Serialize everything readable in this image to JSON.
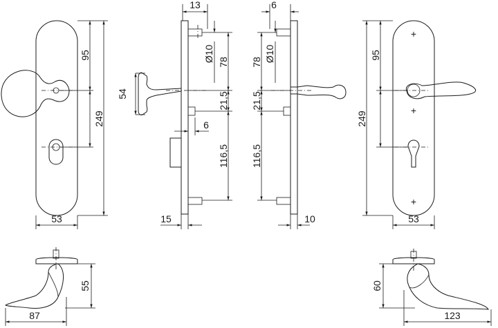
{
  "labels": {
    "d13": "13",
    "d6_top": "6",
    "d95_left": "95",
    "d249_left": "249",
    "d53_left": "53",
    "d54": "54",
    "d10_a": "Ø10",
    "d78_a": "78",
    "d21_a": "21,5",
    "d6_mid": "6",
    "d116_a": "116,5",
    "d15": "15",
    "d78_b": "78",
    "d10_b": "Ø10",
    "d21_b": "21,5",
    "d116_b": "116,5",
    "d10_bottom": "10",
    "d95_right": "95",
    "d249_right": "249",
    "d53_right": "53",
    "d55": "55",
    "d87": "87",
    "d60": "60",
    "d123": "123"
  }
}
